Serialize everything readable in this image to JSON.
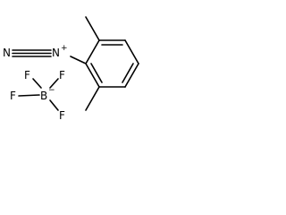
{
  "molecule": {
    "diazonium": {
      "nitrogen_terminal": "N",
      "nitrogen_attached": "N",
      "charge": "+"
    },
    "tetrafluoroborate": {
      "boron": "B",
      "boron_charge": "−",
      "fluorines": [
        "F",
        "F",
        "F",
        "F"
      ]
    }
  }
}
